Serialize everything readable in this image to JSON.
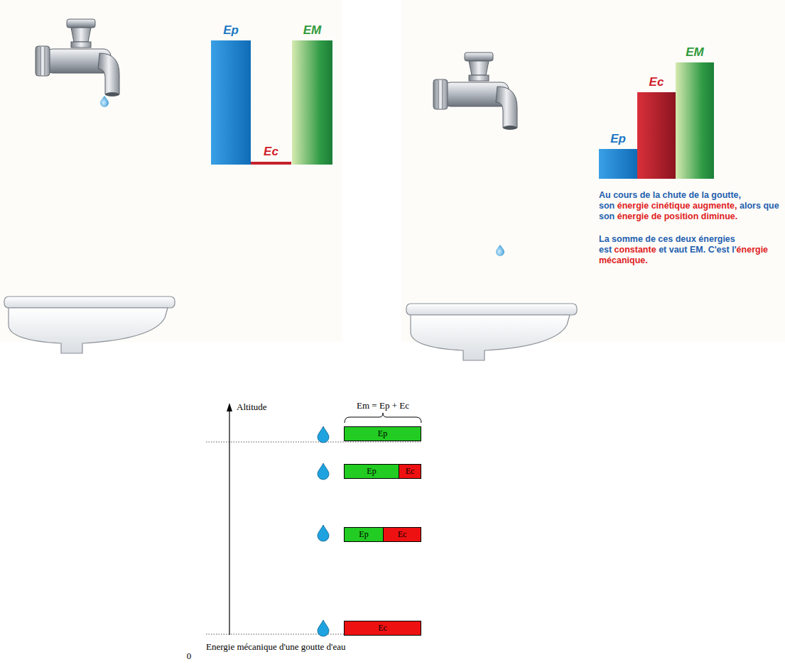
{
  "diagram": {
    "caption": "Energie mécanique d'une goutte d'eau",
    "nodes": [
      {
        "text": [
          "Ep"
        ]
      },
      {
        "text": [
          "Ec"
        ]
      },
      {
        "text": [
          "EM"
        ]
      },
      {
        "text": [
          "Ep"
        ]
      },
      {
        "text": [
          "Ec"
        ]
      },
      {
        "text": [
          "EM"
        ]
      },
      {
        "text": [
          "Ep"
        ]
      },
      {
        "text": [
          "Ep"
        ]
      },
      {
        "text": [
          "Ec"
        ]
      },
      {
        "text": [
          "Ep"
        ]
      },
      {
        "text": [
          "Ec"
        ]
      },
      {
        "text": [
          "Ec"
        ]
      }
    ],
    "labels": [
      "Au cours de la chute de la goutte, son",
      "énergie cinétique augmente,",
      "alors que son",
      "énergie de position diminue.",
      "La somme de ces deux énergies est",
      "constante",
      "et vaut EM.",
      "C'est l'",
      "énergie mécanique.",
      "Em = Ep + Ec",
      "Altitude",
      "0"
    ]
  }
}
